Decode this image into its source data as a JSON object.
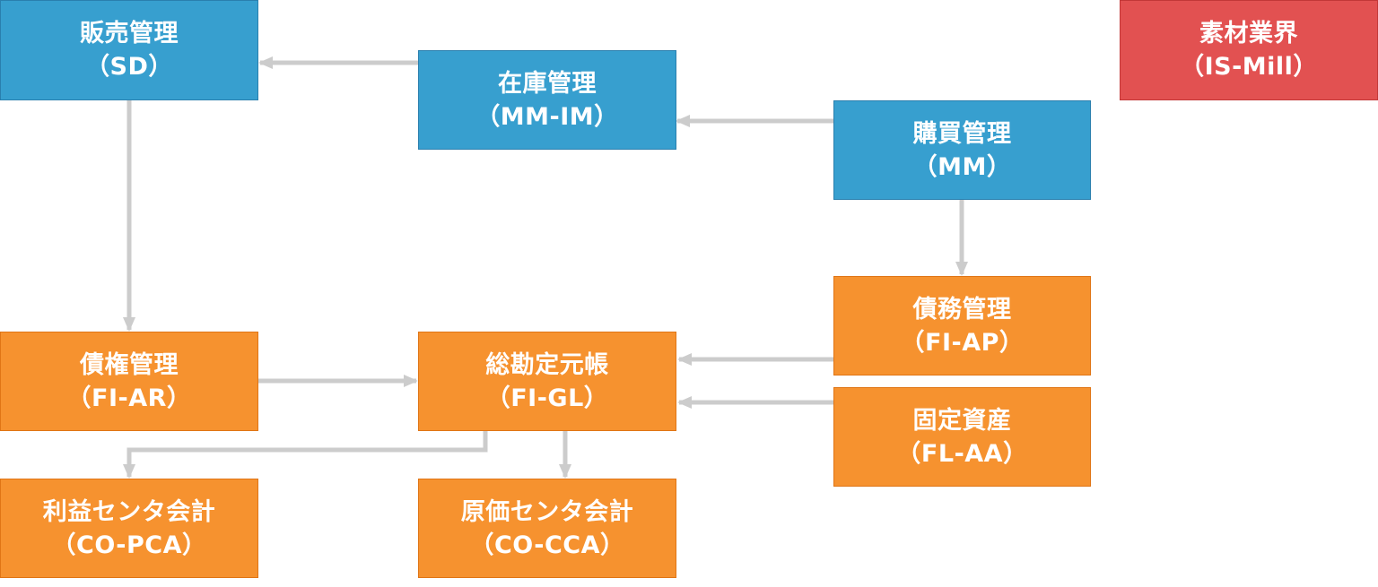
{
  "nodes": {
    "sd": {
      "title": "販売管理",
      "code": "（SD）"
    },
    "mm_im": {
      "title": "在庫管理",
      "code": "（MM-IM）"
    },
    "mm": {
      "title": "購買管理",
      "code": "（MM）"
    },
    "is_mill": {
      "title": "素材業界",
      "code": "（IS-Mill）"
    },
    "fi_ap": {
      "title": "債務管理",
      "code": "（FI-AP）"
    },
    "fi_ar": {
      "title": "債権管理",
      "code": "（FI-AR）"
    },
    "fi_gl": {
      "title": "総勘定元帳",
      "code": "（FI-GL）"
    },
    "fl_aa": {
      "title": "固定資産",
      "code": "（FL-AA）"
    },
    "co_pca": {
      "title": "利益センタ会計",
      "code": "（CO-PCA）"
    },
    "co_cca": {
      "title": "原価センタ会計",
      "code": "（CO-CCA）"
    }
  },
  "colors": {
    "logistics": "#379fcf",
    "finance": "#f6922f",
    "industry": "#e25151",
    "connector": "#cccccc"
  }
}
